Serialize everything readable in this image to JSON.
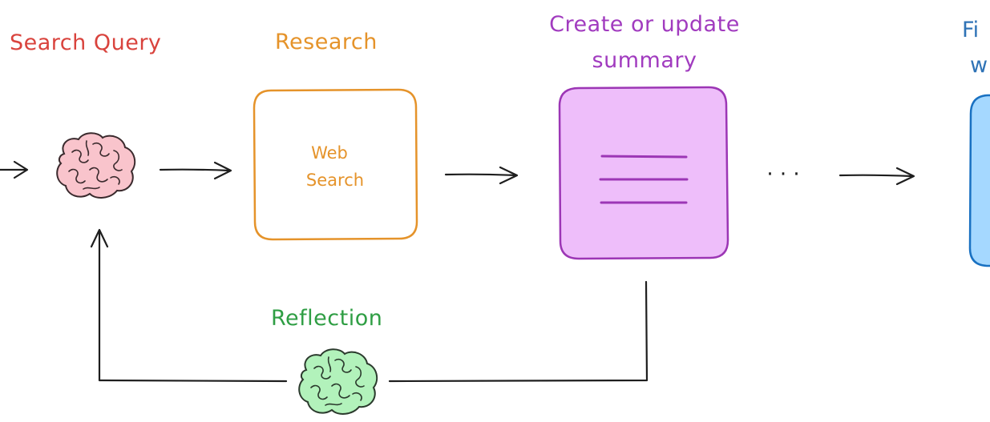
{
  "labels": {
    "search_query": "Search Query",
    "research": "Research",
    "create_update_line1": "Create or update",
    "create_update_line2": "summary",
    "final_line1": "Fi",
    "final_line2": "w",
    "reflection": "Reflection",
    "web_search_line1": "Web",
    "web_search_line2": "Search",
    "ellipsis": "· · ·"
  },
  "colors": {
    "search_query": "#d9433d",
    "research": "#e5932a",
    "create_update": "#a13bbf",
    "final": "#2f73b6",
    "reflection": "#2f9e44",
    "arrow": "#1e1e1e",
    "brain_pink_fill": "#f9c4cc",
    "brain_pink_stroke": "#3a2a2d",
    "brain_green_fill": "#b2f2bb",
    "brain_green_stroke": "#2b3a2d",
    "web_box_stroke": "#e5932a",
    "summary_box_fill": "#eebefa",
    "summary_box_stroke": "#9c36b5",
    "final_box_fill": "#a5d8ff",
    "final_box_stroke": "#1971c2"
  },
  "icons": {
    "query_brain": "brain-icon",
    "reflection_brain": "brain-icon",
    "summary_doc": "document-lines-icon"
  }
}
